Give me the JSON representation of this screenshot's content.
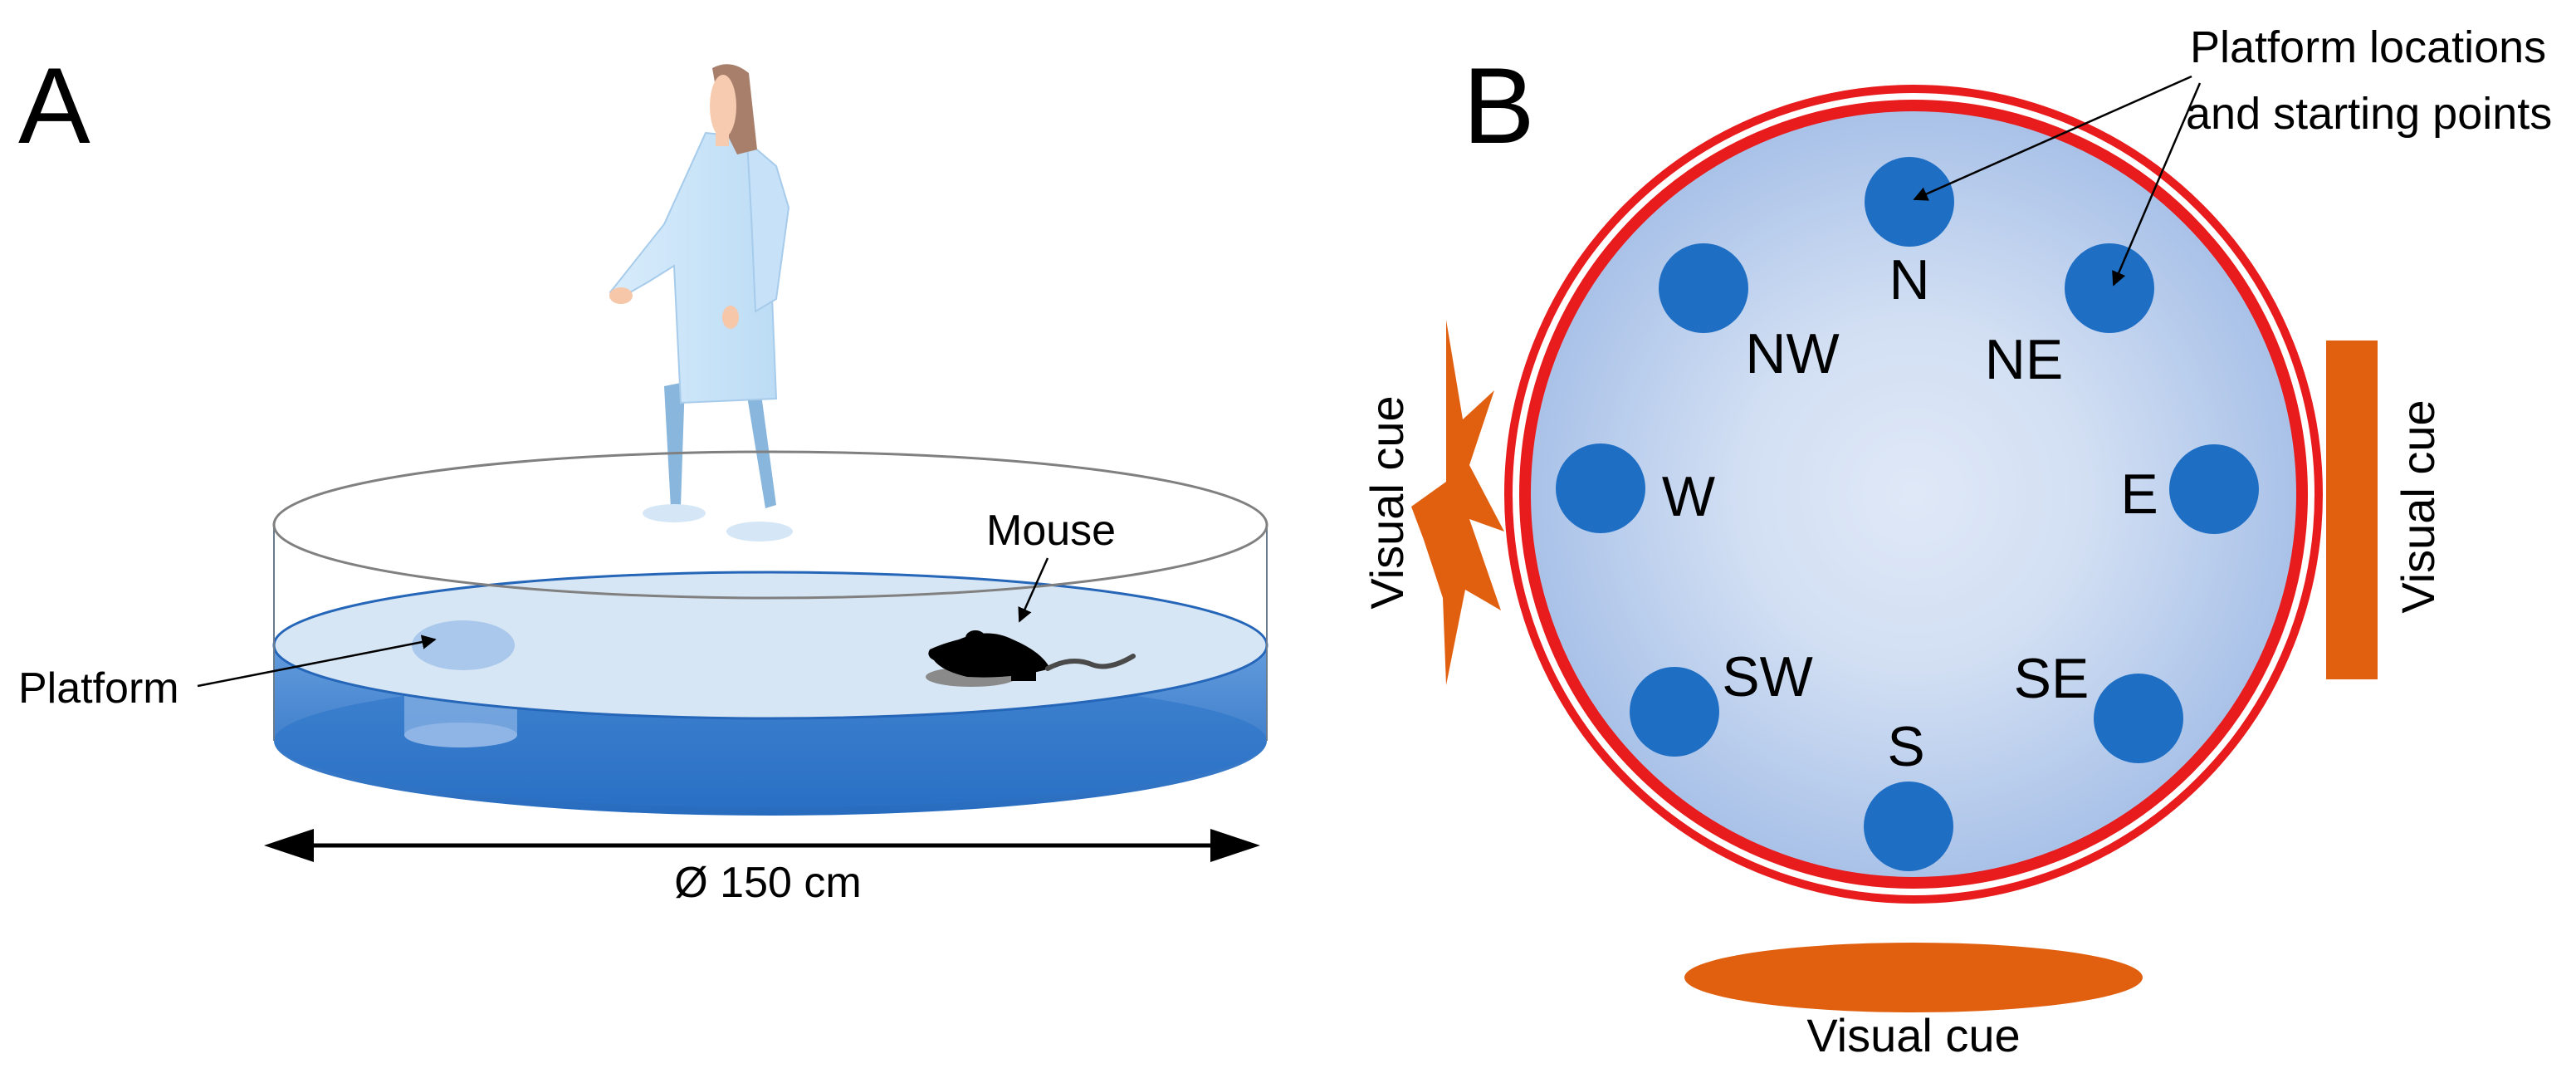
{
  "panel_a": {
    "letter": "A",
    "platform_label": "Platform",
    "mouse_label": "Mouse",
    "diameter_label": "Ø 150 cm"
  },
  "panel_b": {
    "letter": "B",
    "locations_label_line1": "Platform locations",
    "locations_label_line2": "and starting points",
    "directions": {
      "n": "N",
      "ne": "NE",
      "e": "E",
      "se": "SE",
      "s": "S",
      "sw": "SW",
      "w": "W",
      "nw": "NW"
    },
    "cue_left": "Visual cue",
    "cue_right": "Visual cue",
    "cue_bottom": "Visual cue"
  },
  "colors": {
    "water": "#1f6fc4",
    "water_surface": "#d7e6f5",
    "platform_spot": "#1e6ec4",
    "pool_rim": "#e81c1c",
    "cue": "#e06010",
    "pool_inner": "#b3c9ea"
  },
  "icons": [
    "researcher-figure",
    "mouse-silhouette"
  ]
}
